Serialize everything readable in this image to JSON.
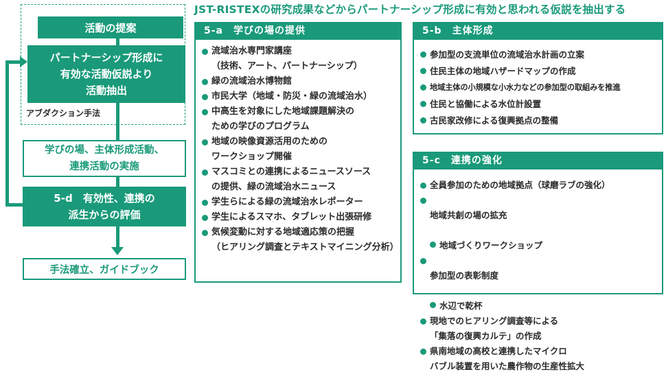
{
  "title": "JST-RISTEXの研究成果などからパートナーシップ形成に有効と思われる仮説を抽出する",
  "flow": {
    "proposal": "活動の提案",
    "hypothesis": "パートナーシップ形成に\n有効な活動仮説より\n活動抽出",
    "abduction": "アブダクション手法",
    "implementation": "学びの場、主体形成活動、\n連携活動の実施",
    "evaluation": "5-d　有効性、連携の\n派生からの評価",
    "guidebook": "手法確立、ガイドブック"
  },
  "panel_a": {
    "heading": "5-a　学びの場の提供",
    "items": [
      "流域治水専門家講座\n（技術、アート、パートナーシップ）",
      "緑の流域治水博物館",
      "市民大学（地域・防災・緑の流域治水）",
      "中高生を対象にした地域課題解決の\nための学びのプログラム",
      "地域の映像資源活用のための\nワークショップ開催",
      "マスコミとの連携によるニュースソース\nの提供、緑の流域治水ニュース",
      "学生らによる緑の流域治水レポーター",
      "学生によるスマホ、タブレット出張研修",
      "気候変動に対する地域適応策の把握\n（ヒアリング調査とテキストマイニング分析）"
    ]
  },
  "panel_b": {
    "heading": "5-b　主体形成",
    "items": [
      "参加型の支流単位の流域治水計画の立案",
      "住民主体の地域ハザードマップの作成",
      "地域主体の小規模な小水力などの参加型の取組みを推進",
      "住民と協働による水位計設置",
      "古民家改修による復興拠点の整備"
    ]
  },
  "panel_c": {
    "heading": "5-c　連携の強化",
    "items": [
      "全員参加のための地域拠点（球磨ラブの強化）",
      "地域共創の場の拡充",
      "地域づくりワークショップ",
      "参加型の表彰制度",
      "水辺で乾杯",
      "現地でのヒアリング調査等による\n「集落の復興カルテ」の作成",
      "県南地域の高校と連携したマイクロ\nバブル装置を用いた農作物の生産性拡大"
    ]
  },
  "colors": {
    "accent": "#1a9a7a",
    "text": "#2a2a2a"
  }
}
